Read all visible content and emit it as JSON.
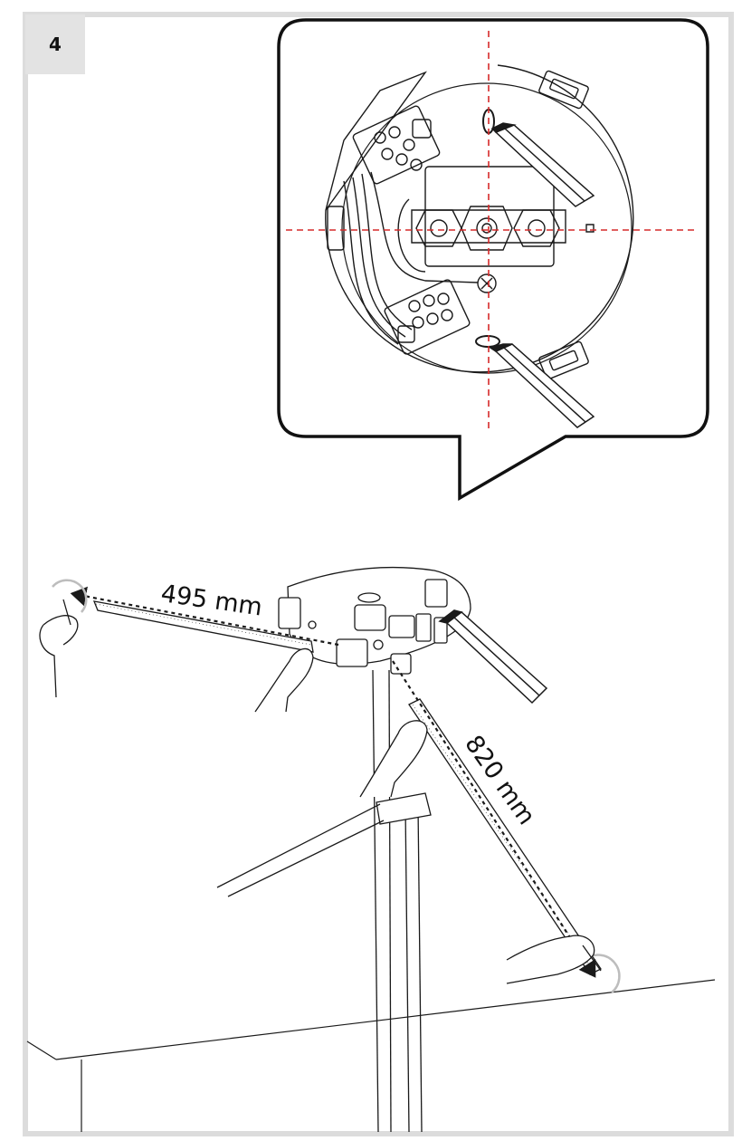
{
  "step": {
    "number": "4"
  },
  "dimensions": [
    {
      "id": "dim-495",
      "label": "495 mm"
    },
    {
      "id": "dim-820",
      "label": "820 mm"
    }
  ],
  "colors": {
    "frame_border": "#dcdcdc",
    "badge_bg": "#e3e3e3",
    "line": "#1a1a1a",
    "guide_red": "#d62a2a"
  },
  "icons": [
    "pencil-icon",
    "hand-icon",
    "screw-icon",
    "terminal-block-icon"
  ]
}
